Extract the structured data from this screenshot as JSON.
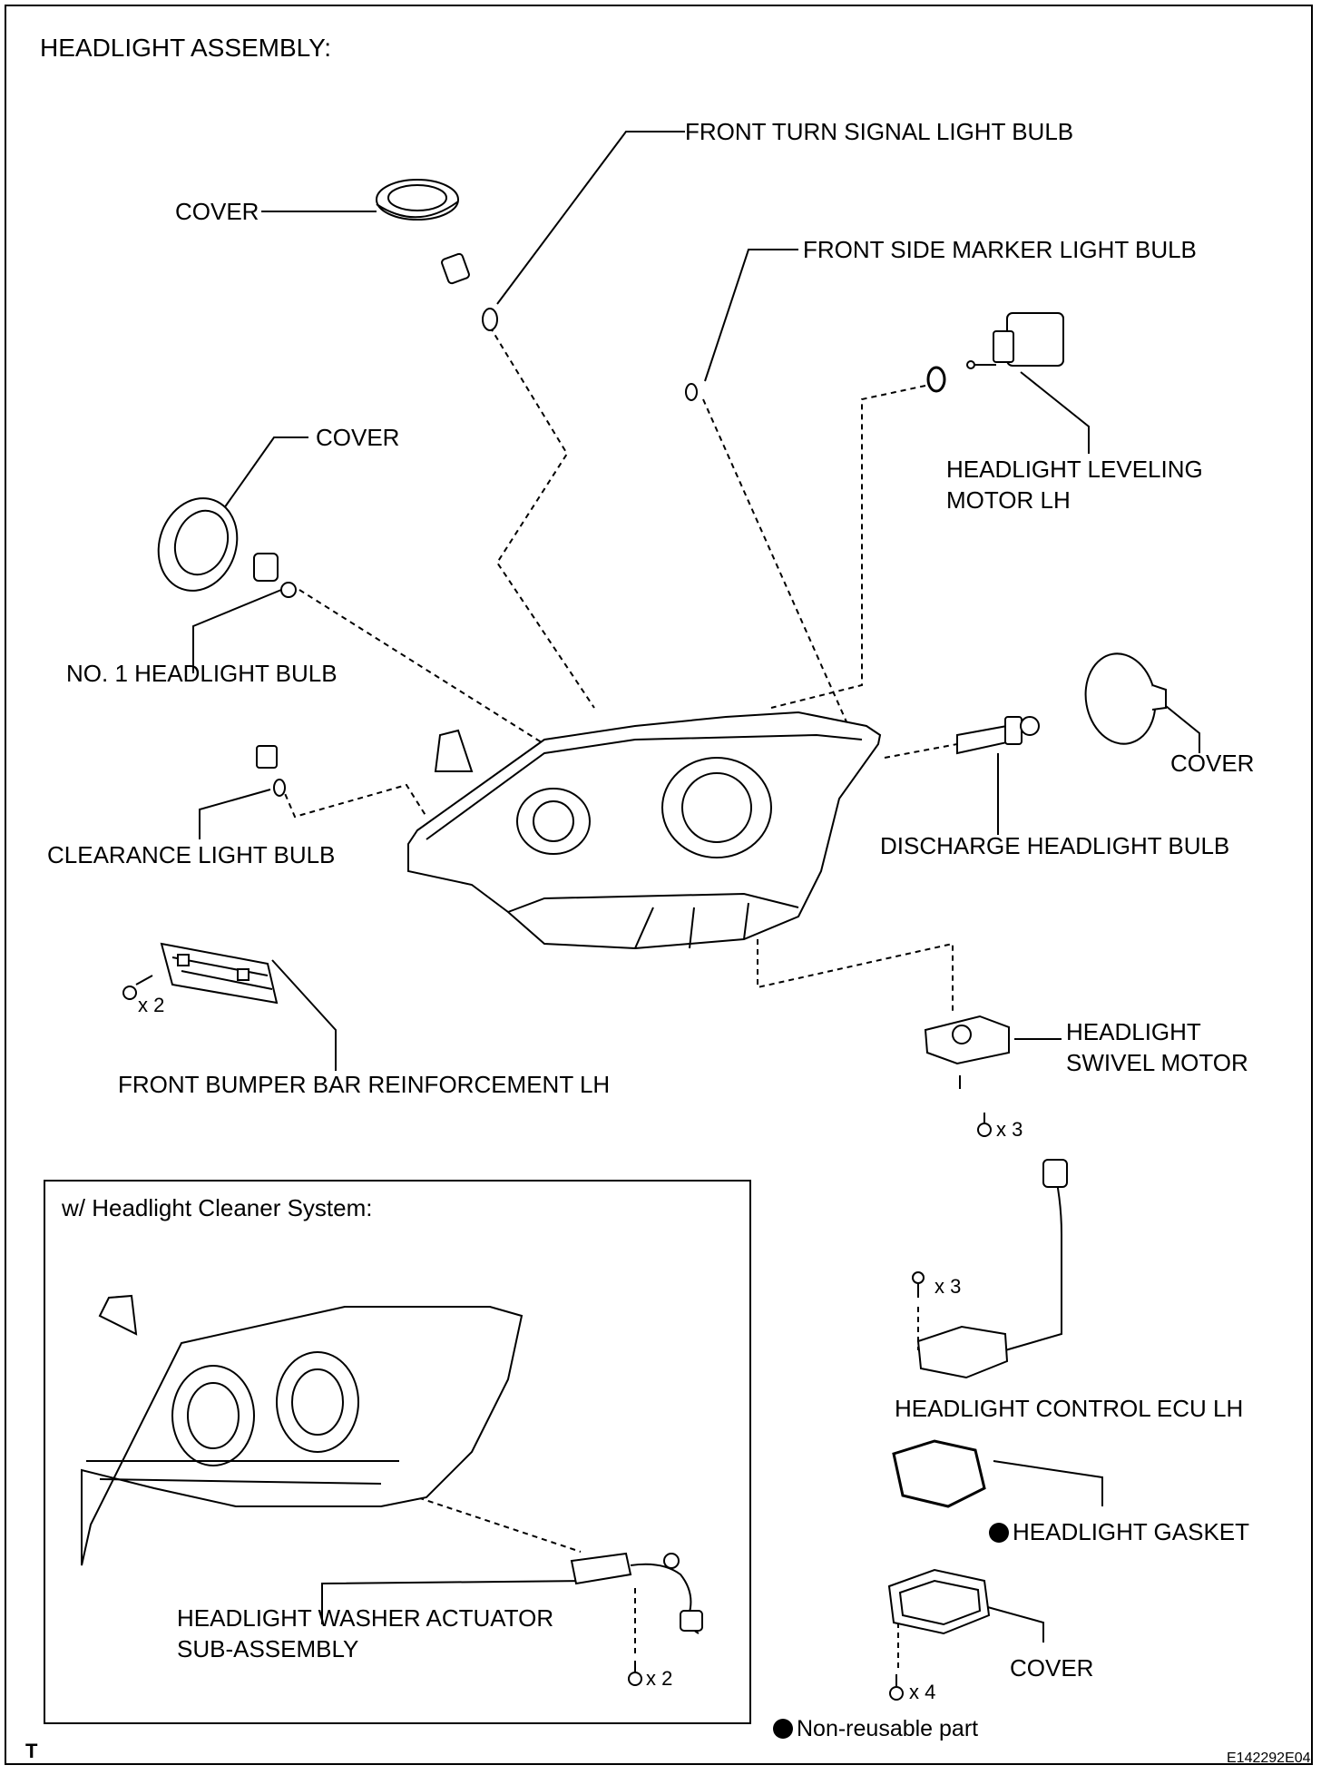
{
  "title": "HEADLIGHT ASSEMBLY:",
  "labels": {
    "front_turn_signal_bulb": "FRONT TURN SIGNAL LIGHT BULB",
    "cover_top": "COVER",
    "front_side_marker_bulb": "FRONT SIDE MARKER LIGHT BULB",
    "cover_left": "COVER",
    "leveling_motor_line1": "HEADLIGHT LEVELING",
    "leveling_motor_line2": "MOTOR LH",
    "no1_headlight_bulb": "NO. 1 HEADLIGHT BULB",
    "cover_right": "COVER",
    "clearance_light_bulb": "CLEARANCE LIGHT BULB",
    "discharge_headlight_bulb": "DISCHARGE HEADLIGHT BULB",
    "swivel_motor_line1": "HEADLIGHT",
    "swivel_motor_line2": "SWIVEL MOTOR",
    "front_bumper_bar": "FRONT BUMPER BAR REINFORCEMENT LH",
    "control_ecu": "HEADLIGHT CONTROL ECU LH",
    "headlight_gasket": "HEADLIGHT GASKET",
    "cover_bottom": "COVER",
    "washer_actuator_line1": "HEADLIGHT WASHER ACTUATOR",
    "washer_actuator_line2": "SUB-ASSEMBLY"
  },
  "quantities": {
    "bumper_bolts": "x 2",
    "swivel_screws": "x 3",
    "ecu_screws": "x 3",
    "cover_screws": "x 4",
    "washer_screws": "x 2"
  },
  "inset_title": "w/ Headlight Cleaner System:",
  "legend": "Non-reusable part",
  "corner_mark": "T",
  "figure_code": "E142292E04"
}
